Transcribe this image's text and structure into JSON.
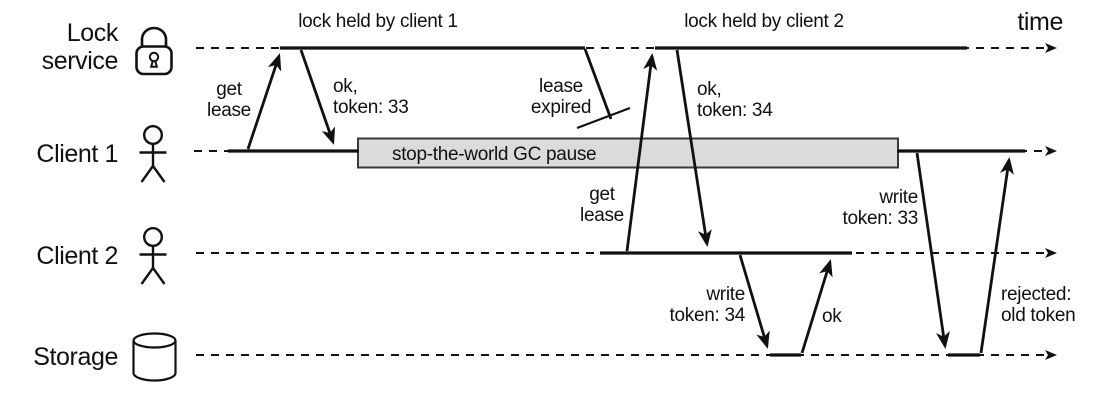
{
  "time_label": "time",
  "lanes": [
    {
      "label": "Lock\nservice",
      "icon": "padlock-icon"
    },
    {
      "label": "Client 1",
      "icon": "person-icon"
    },
    {
      "label": "Client 2",
      "icon": "person-icon"
    },
    {
      "label": "Storage",
      "icon": "database-icon"
    }
  ],
  "annotations": {
    "lock_held_1": "lock held by client 1",
    "lock_held_2": "lock held by client 2",
    "get_lease_1": "get\nlease",
    "ok_token_33": "ok,\ntoken: 33",
    "lease_expired": "lease\nexpired",
    "gc_pause": "stop-the-world GC pause",
    "get_lease_2": "get\nlease",
    "ok_token_34": "ok,\ntoken: 34",
    "write_token_34": "write\ntoken: 34",
    "ok_write_34": "ok",
    "write_token_33": "write\ntoken: 33",
    "rejected": "rejected:\nold token"
  },
  "colors": {
    "ink": "#111111",
    "background": "#ffffff",
    "gc_box_fill": "#dbdbdb",
    "gc_box_border": "#3a3a3a"
  }
}
